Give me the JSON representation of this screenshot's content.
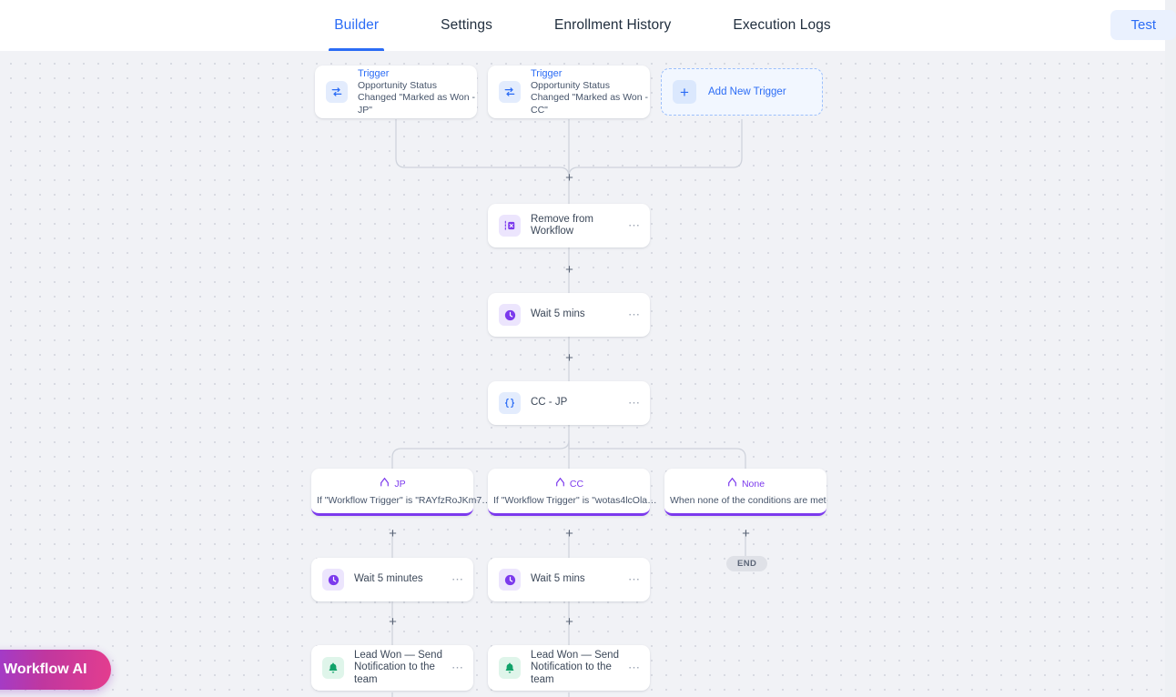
{
  "header": {
    "tabs": [
      {
        "label": "Builder",
        "active": true
      },
      {
        "label": "Settings",
        "active": false
      },
      {
        "label": "Enrollment History",
        "active": false
      },
      {
        "label": "Execution Logs",
        "active": false
      }
    ],
    "test_button": "Test"
  },
  "canvas": {
    "triggers": [
      {
        "kind": "Trigger",
        "name": "Opportunity Status Changed \"Marked as Won - JP\"",
        "icon": "swap-arrows-icon"
      },
      {
        "kind": "Trigger",
        "name": "Opportunity Status Changed \"Marked as Won - CC\"",
        "icon": "swap-arrows-icon"
      }
    ],
    "add_trigger_label": "Add New Trigger",
    "nodes": [
      {
        "id": "remove",
        "label": "Remove from Workflow",
        "icon": "remove-from-workflow-icon",
        "menu": "⋯"
      },
      {
        "id": "wait-main",
        "label": "Wait 5 mins",
        "icon": "clock-icon",
        "menu": "⋯"
      },
      {
        "id": "ccjp",
        "label": "CC - JP",
        "icon": "code-braces-icon",
        "menu": "⋯"
      }
    ],
    "branches": [
      {
        "name": "JP",
        "condition": "If \"Workflow Trigger\" is \"RAYfzRoJKm7…"
      },
      {
        "name": "CC",
        "condition": "If \"Workflow Trigger\" is \"wotas4lcOla…"
      },
      {
        "name": "None",
        "condition": "When none of the conditions are met"
      }
    ],
    "branch_children": {
      "jp": [
        {
          "label": "Wait 5 minutes",
          "icon": "clock-icon",
          "menu": "⋯"
        },
        {
          "label": "Lead Won — Send Notification to the team",
          "icon": "bell-icon",
          "menu": "⋯"
        }
      ],
      "cc": [
        {
          "label": "Wait 5 mins",
          "icon": "clock-icon",
          "menu": "⋯"
        },
        {
          "label": "Lead Won — Send Notification to the team",
          "icon": "bell-icon",
          "menu": "⋯"
        }
      ],
      "none": [
        {
          "label": "END"
        }
      ]
    }
  },
  "floating": {
    "ai_button": "Workflow AI"
  },
  "colors": {
    "accent_blue": "#2b6cf5",
    "branch_purple": "#7c3aed",
    "bell_green": "#11a36a",
    "canvas_bg": "#f1f2f6"
  }
}
